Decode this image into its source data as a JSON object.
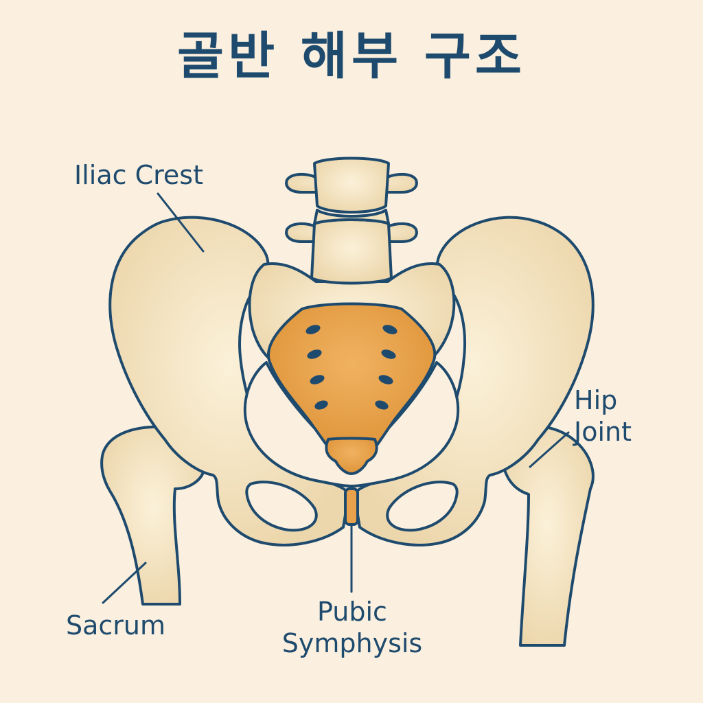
{
  "title": "골반 해부 구조",
  "labels": {
    "iliac_crest": "Iliac Crest",
    "hip_joint_line1": "Hip",
    "hip_joint_line2": "Joint",
    "sacrum": "Sacrum",
    "pubic_line1": "Pubic",
    "pubic_line2": "Symphysis"
  },
  "colors": {
    "background": "#fbf0df",
    "bone": "#f6e7c6",
    "bone_shade": "#e9d3a6",
    "outline": "#1e4a6e",
    "sacrum": "#e9a24b",
    "text": "#1e4a6e"
  }
}
